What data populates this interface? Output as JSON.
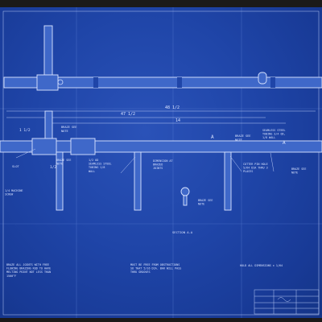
{
  "dims": {
    "overall": "48 1/2",
    "mid": "47 1/2",
    "inner": "14",
    "left_top": "1 1/2",
    "left_small": "1/2"
  },
  "labels": {
    "braze_top": "BRAZE SEE NOTE",
    "braze_right": "BRAZE SEE NOTE",
    "tubing": "SEAMLESS STEEL TUBING 3/4 OD, 1/8 WALL",
    "braze_mid": "BRAZE SEE NOTE",
    "seamless_mid": "1/2 OD SEAMLESS STEEL TUBING 1/8 WALL",
    "dimension_at": "DIMENSION AT BRAZED JOINTS",
    "cotter": "COTTER PIN HOLE 5/64 DIA THRU 3 PLACES",
    "braze_far": "BRAZE SEE NOTE",
    "slot": "SLOT",
    "screw": "1/4 MACHINE SCREW",
    "braze_bottom": "BRAZE SEE NOTE",
    "section": "SECTION A-A",
    "a_left": "A",
    "a_right": "A"
  },
  "notes": {
    "braze": "BRAZE ALL JOINTS WITH FREE FLOWING BRAZING ROD TO HAVE MELTING POINT NOT LESS THAN 1500°F",
    "obstruction": "MUST BE FREE FROM OBSTRUCTIONS SO THAT 5/16 DIA. BAR WILL PASS THRU GROOVES",
    "hold": "HOLD ALL DIMENSIONS ± 1/64"
  }
}
